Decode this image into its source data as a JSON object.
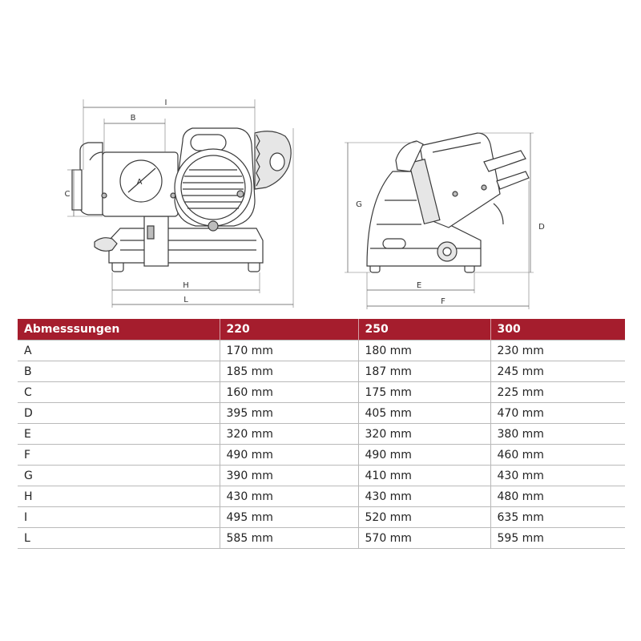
{
  "diagram": {
    "dimension_labels": {
      "A": "A",
      "B": "B",
      "C": "C",
      "D": "D",
      "E": "E",
      "F": "F",
      "G": "G",
      "H": "H",
      "I": "I",
      "L": "L"
    }
  },
  "table": {
    "headers": [
      "Abmesssungen",
      "220",
      "250",
      "300"
    ],
    "rows": [
      [
        "A",
        "170 mm",
        "180 mm",
        "230 mm"
      ],
      [
        "B",
        "185 mm",
        "187 mm",
        "245 mm"
      ],
      [
        "C",
        "160 mm",
        "175 mm",
        "225 mm"
      ],
      [
        "D",
        "395 mm",
        "405 mm",
        "470 mm"
      ],
      [
        "E",
        "320 mm",
        "320 mm",
        "380 mm"
      ],
      [
        "F",
        "490 mm",
        "490 mm",
        "460 mm"
      ],
      [
        "G",
        "390 mm",
        "410 mm",
        "430 mm"
      ],
      [
        "H",
        "430 mm",
        "430 mm",
        "480 mm"
      ],
      [
        "I",
        "495 mm",
        "520 mm",
        "635 mm"
      ],
      [
        "L",
        "585 mm",
        "570 mm",
        "595 mm"
      ]
    ]
  },
  "colors": {
    "header_background": "#a51d2d",
    "header_text": "#ffffff",
    "grid_line": "#b9b9b9"
  }
}
